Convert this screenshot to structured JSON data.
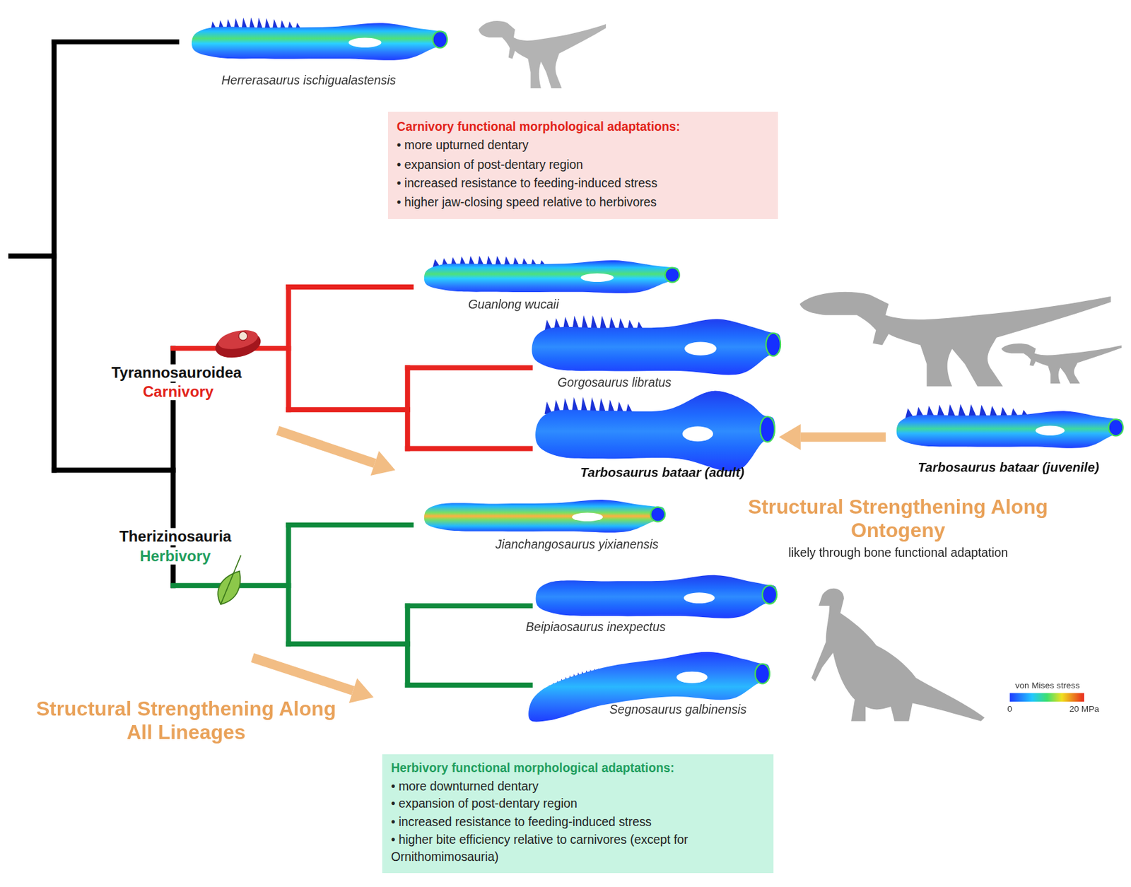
{
  "diagram": {
    "nodes": [
      {
        "text": [
          "Carnivory functional morphological adaptations:",
          "• more upturned dentary",
          "• expansion of post-dentary region",
          "• increased resistance to feeding-induced stress",
          "• higher jaw-closing speed relative to herbivores"
        ]
      },
      {
        "text": [
          "Herbivory functional morphological adaptations:",
          "• more downturned dentary",
          "• expansion of post-dentary region",
          "• increased resistance to feeding-induced stress",
          "• higher bite efficiency relative to carnivores (except for Ornithomimosauria)"
        ]
      }
    ],
    "labels": [
      "Herrerasaurus ischigualastensis",
      "Tyrannosauroidea",
      "Carnivory",
      "Guanlong wucaii",
      "Gorgosaurus libratus",
      "Tarbosaurus bataar (adult)",
      "Tarbosaurus bataar (juvenile)",
      "Structural Strengthening Along Ontogeny",
      "likely through bone functional adaptation",
      "Therizinosauria",
      "Herbivory",
      "Jianchangosaurus yixianensis",
      "Beipiaosaurus inexpectus",
      "Segnosaurus galbinensis",
      "Structural Strengthening Along All Lineages",
      "von Mises stress",
      "0",
      "20 MPa"
    ]
  }
}
